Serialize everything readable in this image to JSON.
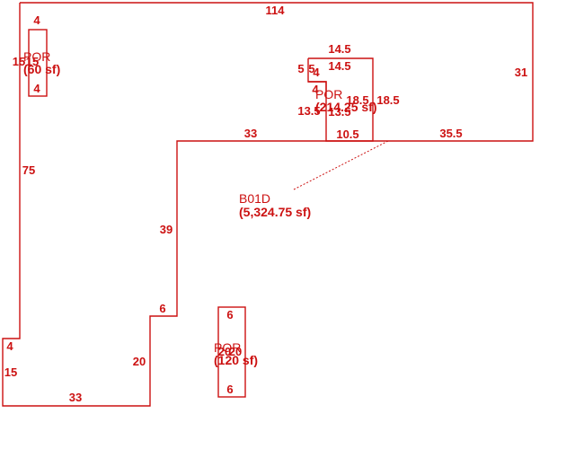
{
  "colors": {
    "line": "#cc1111",
    "background": "#ffffff"
  },
  "main_area": {
    "name": "B01D",
    "area": "(5,324.75 sf)",
    "dims": {
      "top": "114",
      "right": "31",
      "bottom_right": "35.5",
      "inner_step_top": "33",
      "inner_step_side": "39",
      "step_small": "6",
      "step_drop": "20",
      "bottom": "33",
      "left_bottom_short": "4",
      "left_bottom": "15",
      "left_long": "75"
    }
  },
  "porches": [
    {
      "name": "POR",
      "area": "(60 sf)",
      "dims": {
        "top": "4",
        "bottom": "4",
        "left": "15",
        "right": "15"
      }
    },
    {
      "name": "POR",
      "area": "(214.25 sf)",
      "dims": {
        "top_outer": "14.5",
        "top_inner": "14.5",
        "notch_a": "5",
        "notch_b": "5",
        "notch_c": "4",
        "notch_d": "4",
        "right_outer": "18.5",
        "right_inner": "18.5",
        "left_a": "13.5",
        "left_b": "13.5",
        "bottom": "10.5"
      }
    },
    {
      "name": "POR",
      "area": "(120 sf)",
      "dims": {
        "top": "6",
        "bottom": "6",
        "left": "20",
        "right": "20"
      }
    }
  ]
}
